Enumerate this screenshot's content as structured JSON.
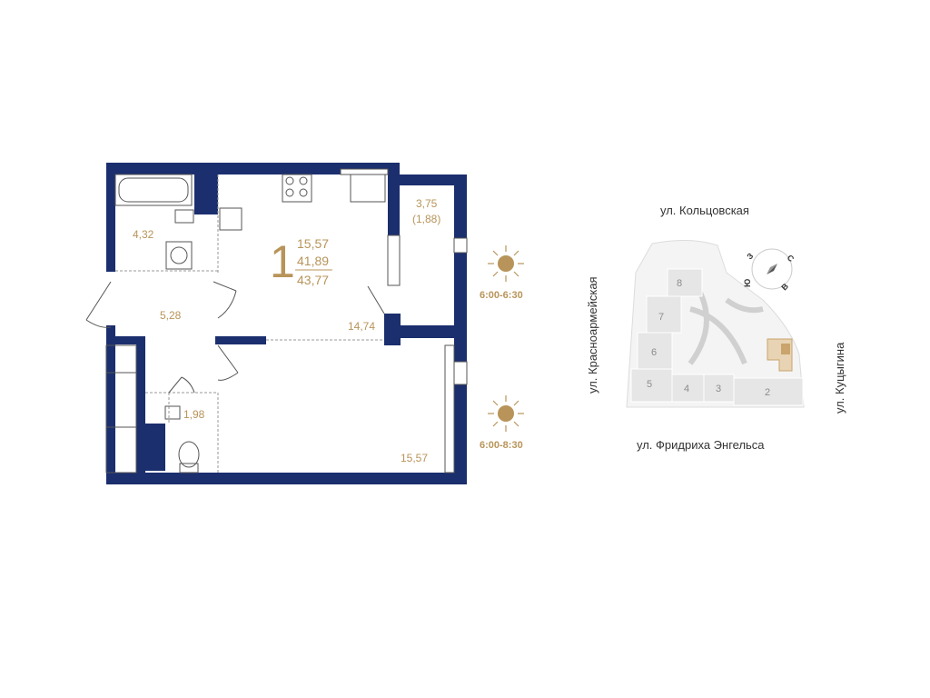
{
  "plan": {
    "rooms_count": "1",
    "living_area": "15,57",
    "total_area": "41,89",
    "total_area_with_balcony": "43,77",
    "rooms": {
      "bathroom": "4,32",
      "hall": "5,28",
      "wc": "1,98",
      "kitchen": "14,74",
      "bedroom": "15,57",
      "balcony": "3,75",
      "balcony_reduced": "(1,88)"
    }
  },
  "insolation": {
    "kitchen_time": "6:00-6:30",
    "bedroom_time": "6:00-8:30"
  },
  "site": {
    "streets": {
      "north": "ул. Кольцовская",
      "west": "ул. Красноармейская",
      "south": "ул. Фридриха Энгельса",
      "east": "ул. Куцыгина"
    },
    "sections": [
      "8",
      "7",
      "6",
      "5",
      "4",
      "3",
      "2"
    ],
    "compass": {
      "n": "С",
      "s": "Ю",
      "w": "З",
      "e": "В"
    }
  },
  "colors": {
    "wall": "#1b2e6e",
    "accent": "#b8945a",
    "section_fill": "#e6e6e6",
    "highlight": "#c9a46c"
  }
}
